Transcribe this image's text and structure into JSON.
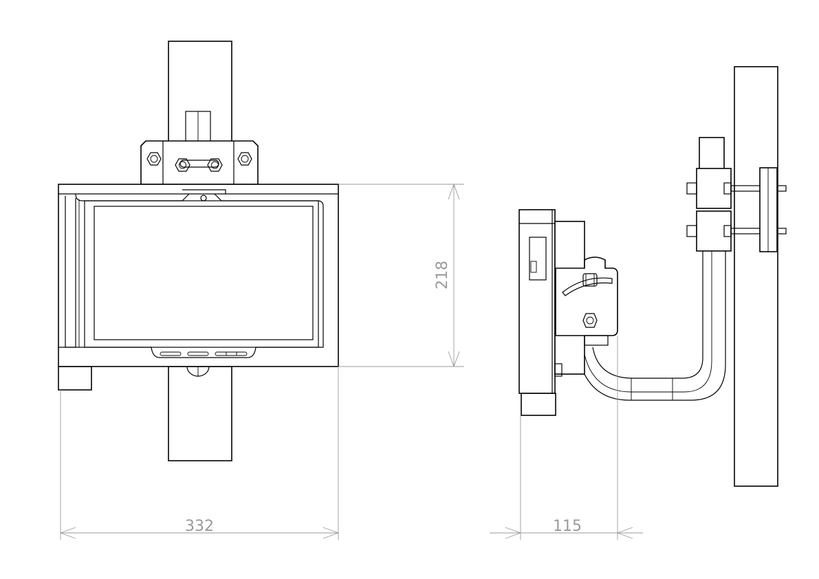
{
  "dimensions": {
    "front_width": "332",
    "front_height": "218",
    "side_depth": "115"
  },
  "colors": {
    "line": "#000000",
    "dimension": "#9a9a9a",
    "background": "#ffffff"
  }
}
